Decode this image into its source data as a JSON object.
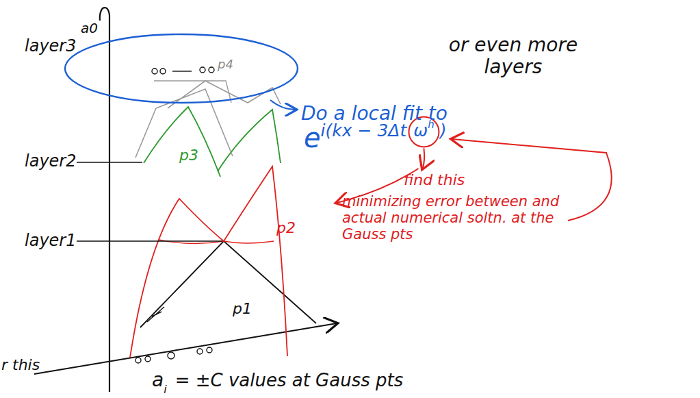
{
  "diagram": {
    "labels": [
      "layer3",
      "a0",
      "p4",
      "layer2",
      "p3",
      "layer1",
      "p2",
      "p1",
      "or even more layers",
      "Do a local fit to",
      "e",
      "i(kx − 3Δt",
      "ω",
      "h",
      ")",
      "find this",
      "minimizing error between and actual numerical soltn. at the Gauss pts",
      "a",
      "i",
      "= ±C values at Gauss pts",
      "r this"
    ]
  }
}
